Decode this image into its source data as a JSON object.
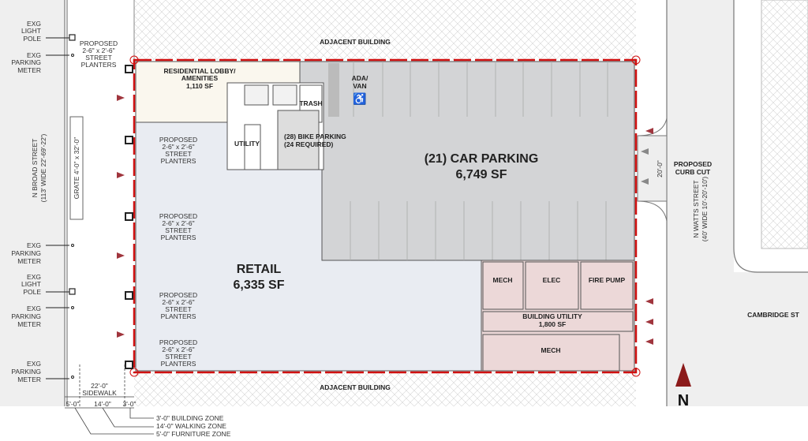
{
  "colors": {
    "property_line": "#d01010",
    "lobby": "#faf7ee",
    "retail": "#e9ecf2",
    "parking": "#d3d4d6",
    "service": "#ecd8d8",
    "street": "#efefef",
    "entry_arrow": "#a0353d"
  },
  "labels": {
    "adjacent_top": "ADJACENT BUILDING",
    "adjacent_bottom": "ADJACENT BUILDING",
    "lobby": [
      "RESIDENTIAL LOBBY/",
      "AMENITIES",
      "1,110 SF"
    ],
    "trash": "TRASH",
    "ada": [
      "ADA/",
      "VAN"
    ],
    "utility": "UTILITY",
    "bike": [
      "(28) BIKE PARKING",
      "(24 REQUIRED)"
    ],
    "car_parking": [
      "(21) CAR PARKING",
      "6,749 SF"
    ],
    "retail": [
      "RETAIL",
      "6,335 SF"
    ],
    "mech1": "MECH",
    "elec": "ELEC",
    "fire_pump": "FIRE PUMP",
    "building_utility": [
      "BUILDING UTILITY",
      "1,800 SF"
    ],
    "mech2": "MECH",
    "curb_cut": [
      "PROPOSED",
      "CURB CUT"
    ],
    "curb_dim": "20'-0\"",
    "n_watts": [
      "N WATTS STREET",
      "(40' WIDE 10'-20'-10')"
    ],
    "cambridge": "CAMBRIDGE ST",
    "n_broad": [
      "N BROAD STREET",
      "(113' WIDE  22'-69'-22')"
    ],
    "grate": "GRATE 4'-0\" x 32'-0\"",
    "north": "N",
    "planter": [
      "PROPOSED",
      "2-6\" x 2'-6\"",
      "STREET",
      "PLANTERS"
    ],
    "light_pole": [
      "EXG",
      "LIGHT",
      "POLE"
    ],
    "parking_meter": [
      "EXG",
      "PARKING",
      "METER"
    ],
    "sidewalk": [
      "22'-0\"",
      "SIDEWALK"
    ],
    "dims": [
      "5'-0\"",
      "14'-0\"",
      "3'-0\""
    ],
    "zones": [
      "3'-0\" BUILDING ZONE",
      "14'-0\" WALKING ZONE",
      "5'-0\" FURNITURE ZONE"
    ]
  }
}
